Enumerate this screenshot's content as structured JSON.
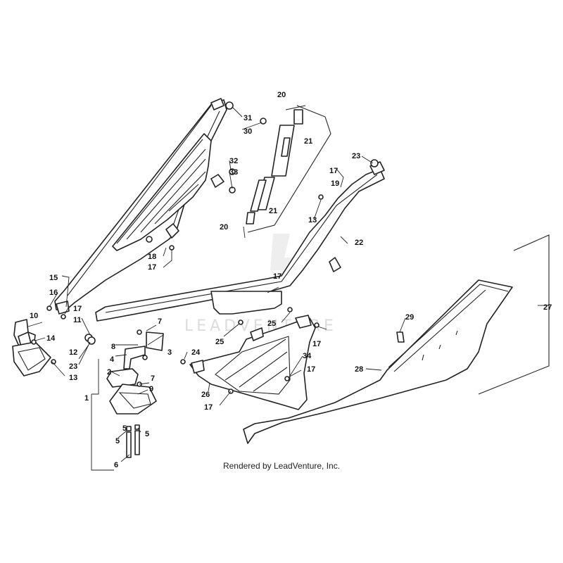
{
  "diagram": {
    "credit": "Rendered by LeadVenture, Inc.",
    "watermark": "LEADVENTURE",
    "callouts": [
      "1",
      "2",
      "3",
      "4",
      "5",
      "5",
      "5",
      "6",
      "7",
      "7",
      "8",
      "9",
      "10",
      "11",
      "12",
      "13",
      "13",
      "14",
      "15",
      "16",
      "17",
      "17",
      "17",
      "17",
      "17",
      "17",
      "17",
      "18",
      "19",
      "20",
      "20",
      "21",
      "21",
      "22",
      "23",
      "23",
      "24",
      "25",
      "25",
      "26",
      "27",
      "28",
      "29",
      "30",
      "31",
      "32",
      "33",
      "34"
    ]
  }
}
